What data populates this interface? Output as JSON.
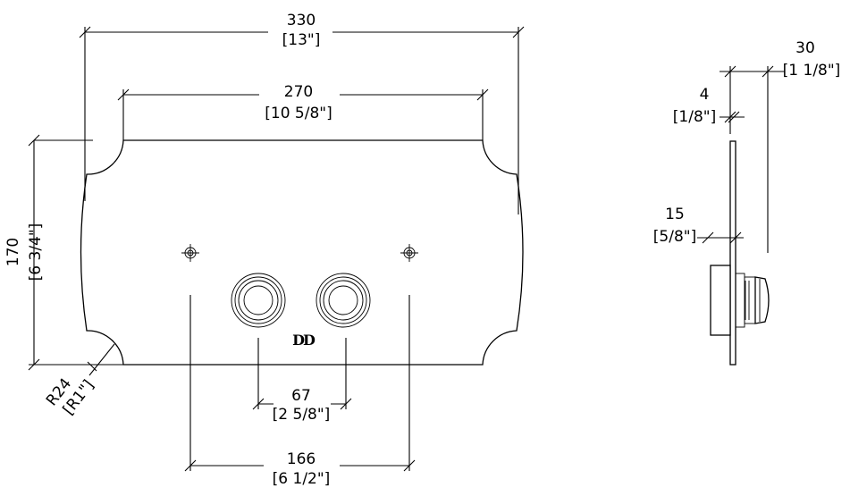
{
  "front_view": {
    "width": {
      "value": "330",
      "imperial": "[13\"]"
    },
    "inner_width": {
      "value": "270",
      "imperial": "[10 5/8\"]"
    },
    "height": {
      "value": "170",
      "imperial": "[6 3/4\"]"
    },
    "corner_radius": {
      "value": "R24",
      "imperial": "[R1\"]"
    },
    "button_spacing": {
      "value": "67",
      "imperial": "[2 5/8\"]"
    },
    "mount_spacing": {
      "value": "166",
      "imperial": "[6 1/2\"]"
    },
    "logo": "DD"
  },
  "side_view": {
    "depth": {
      "value": "30",
      "imperial": "[1 1/8\"]"
    },
    "plate_thickness": {
      "value": "4",
      "imperial": "[1/8\"]"
    },
    "body_offset": {
      "value": "15",
      "imperial": "[5/8\"]"
    }
  }
}
